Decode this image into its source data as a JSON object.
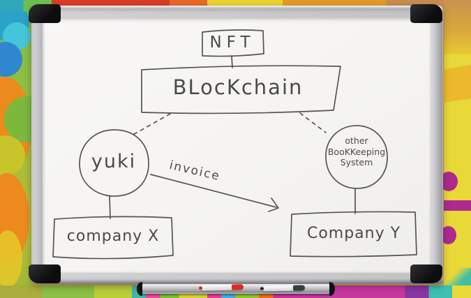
{
  "photo": {
    "subject": "whiteboard with hand-drawn blockchain diagram on colorful abstract wall"
  },
  "diagram": {
    "nft": {
      "label": "NFT"
    },
    "blockchain": {
      "label": "BLocKchain"
    },
    "yuki": {
      "label": "yuki"
    },
    "other_system": {
      "line1": "other",
      "line2": "BooKKeeping",
      "line3": "System"
    },
    "company_x": {
      "label": "company X"
    },
    "company_y": {
      "label": "Company Y"
    },
    "invoice": {
      "label": "invoice"
    },
    "edges": [
      {
        "from": "NFT",
        "to": "BLocKchain",
        "style": "solid"
      },
      {
        "from": "BLocKchain",
        "to": "yuki",
        "style": "dashed"
      },
      {
        "from": "BLocKchain",
        "to": "other BooKKeeping System",
        "style": "dashed"
      },
      {
        "from": "yuki",
        "to": "company X",
        "style": "solid"
      },
      {
        "from": "other BooKKeeping System",
        "to": "Company Y",
        "style": "solid"
      },
      {
        "from": "yuki",
        "to": "Company Y",
        "style": "arrow",
        "label": "invoice"
      }
    ]
  },
  "colors": {
    "ink": "#55544f",
    "whiteboard_surface": "#f5f4f1",
    "frame_aluminum": "#c3c3c7",
    "corner_bracket": "#141416",
    "marker_red_cap": "#d62f28",
    "marker_dark_cap": "#34413a"
  }
}
